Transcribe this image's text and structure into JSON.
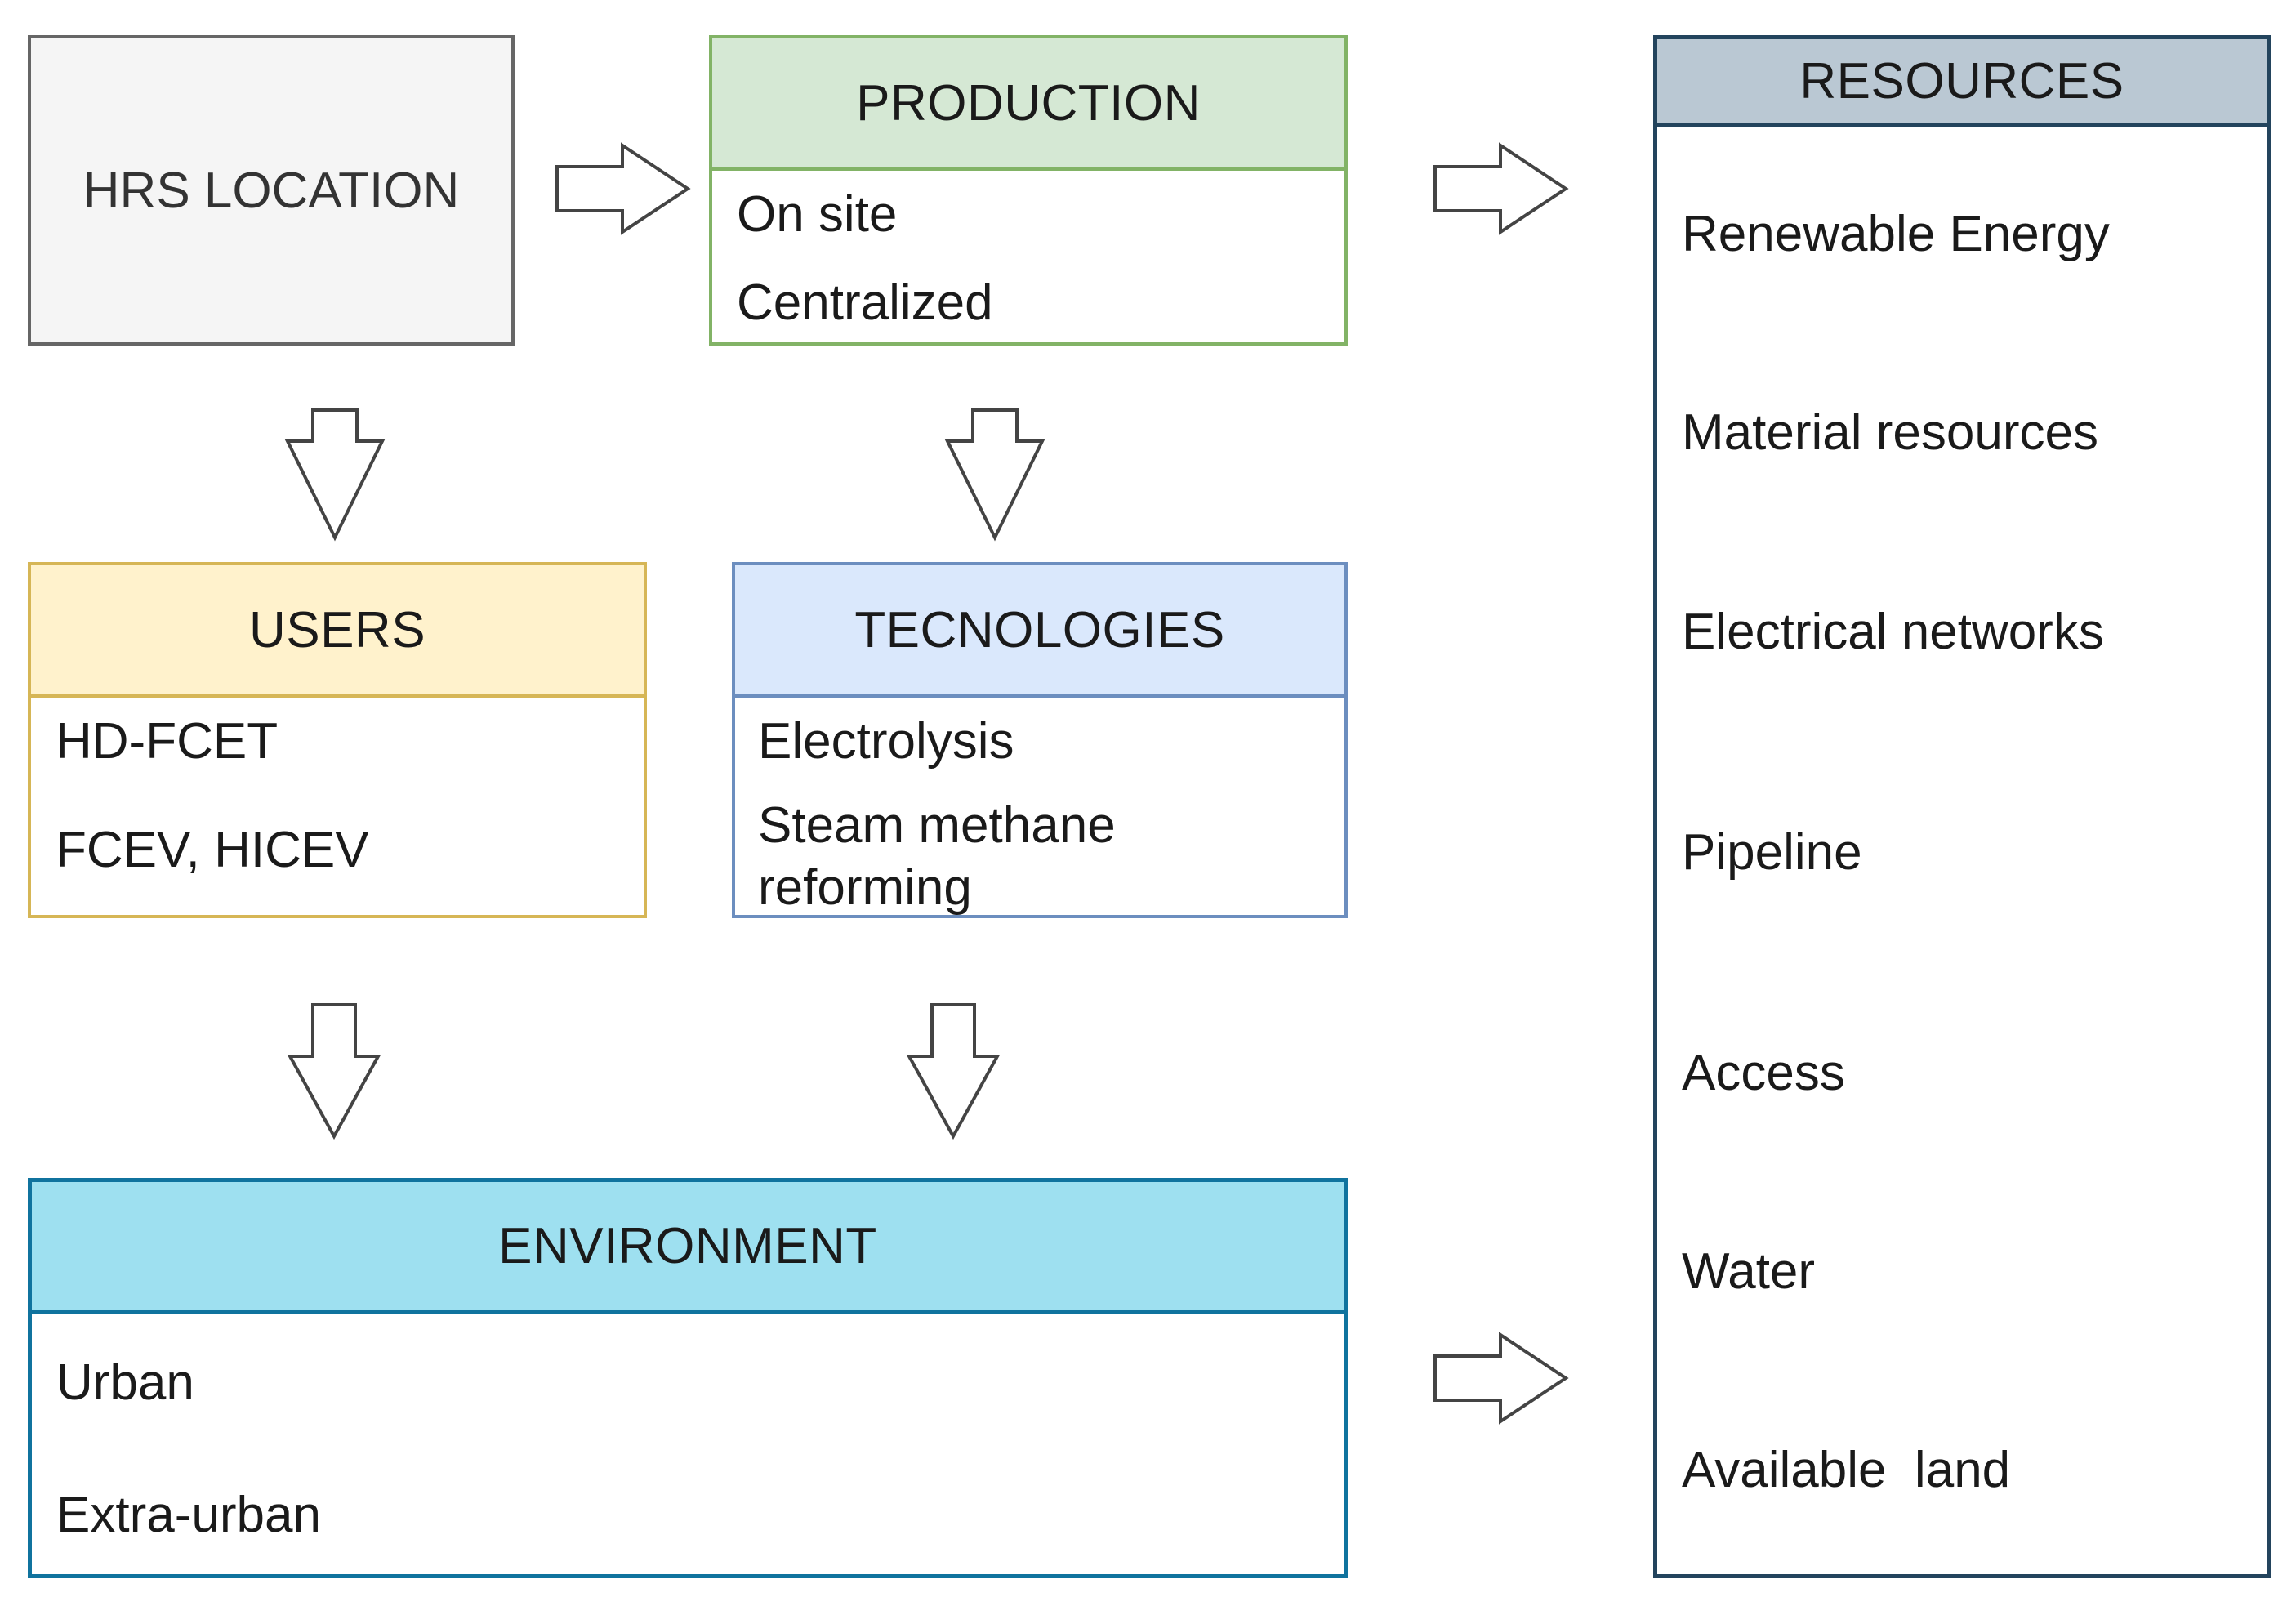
{
  "hrs_location": {
    "title": "HRS LOCATION"
  },
  "production": {
    "title": "PRODUCTION",
    "items": [
      "On site",
      "Centralized"
    ]
  },
  "users": {
    "title": "USERS",
    "items": [
      "HD-FCET",
      "FCEV, HICEV"
    ]
  },
  "technologies": {
    "title": "TECNOLOGIES",
    "items": [
      "Electrolysis",
      "Steam methane",
      "reforming"
    ]
  },
  "environment": {
    "title": "ENVIRONMENT",
    "items": [
      "Urban",
      "Extra-urban"
    ]
  },
  "resources": {
    "title": "RESOURCES",
    "items": [
      "Renewable Energy",
      "Material resources",
      "Electrical networks",
      "Pipeline",
      "Access",
      "Water",
      "Available  land"
    ]
  },
  "colors": {
    "hrs_fill": "#f5f5f5",
    "hrs_border": "#666666",
    "production_fill": "#d5e8d4",
    "production_border": "#82b366",
    "users_fill": "#fff2cc",
    "users_border": "#d6b656",
    "technologies_fill": "#dae8fc",
    "technologies_border": "#6c8ebf",
    "environment_fill": "#9ee0f0",
    "environment_border": "#10739e",
    "resources_fill": "#bac8d3",
    "resources_border": "#23445d"
  },
  "arrows": [
    {
      "name": "arrow-hrs-to-production-icon",
      "direction": "right"
    },
    {
      "name": "arrow-production-to-resources-icon",
      "direction": "right"
    },
    {
      "name": "arrow-hrs-to-users-icon",
      "direction": "down"
    },
    {
      "name": "arrow-production-to-technologies-icon",
      "direction": "down"
    },
    {
      "name": "arrow-users-to-environment-icon",
      "direction": "down"
    },
    {
      "name": "arrow-technologies-to-environment-icon",
      "direction": "down"
    },
    {
      "name": "arrow-environment-to-resources-icon",
      "direction": "right"
    }
  ]
}
